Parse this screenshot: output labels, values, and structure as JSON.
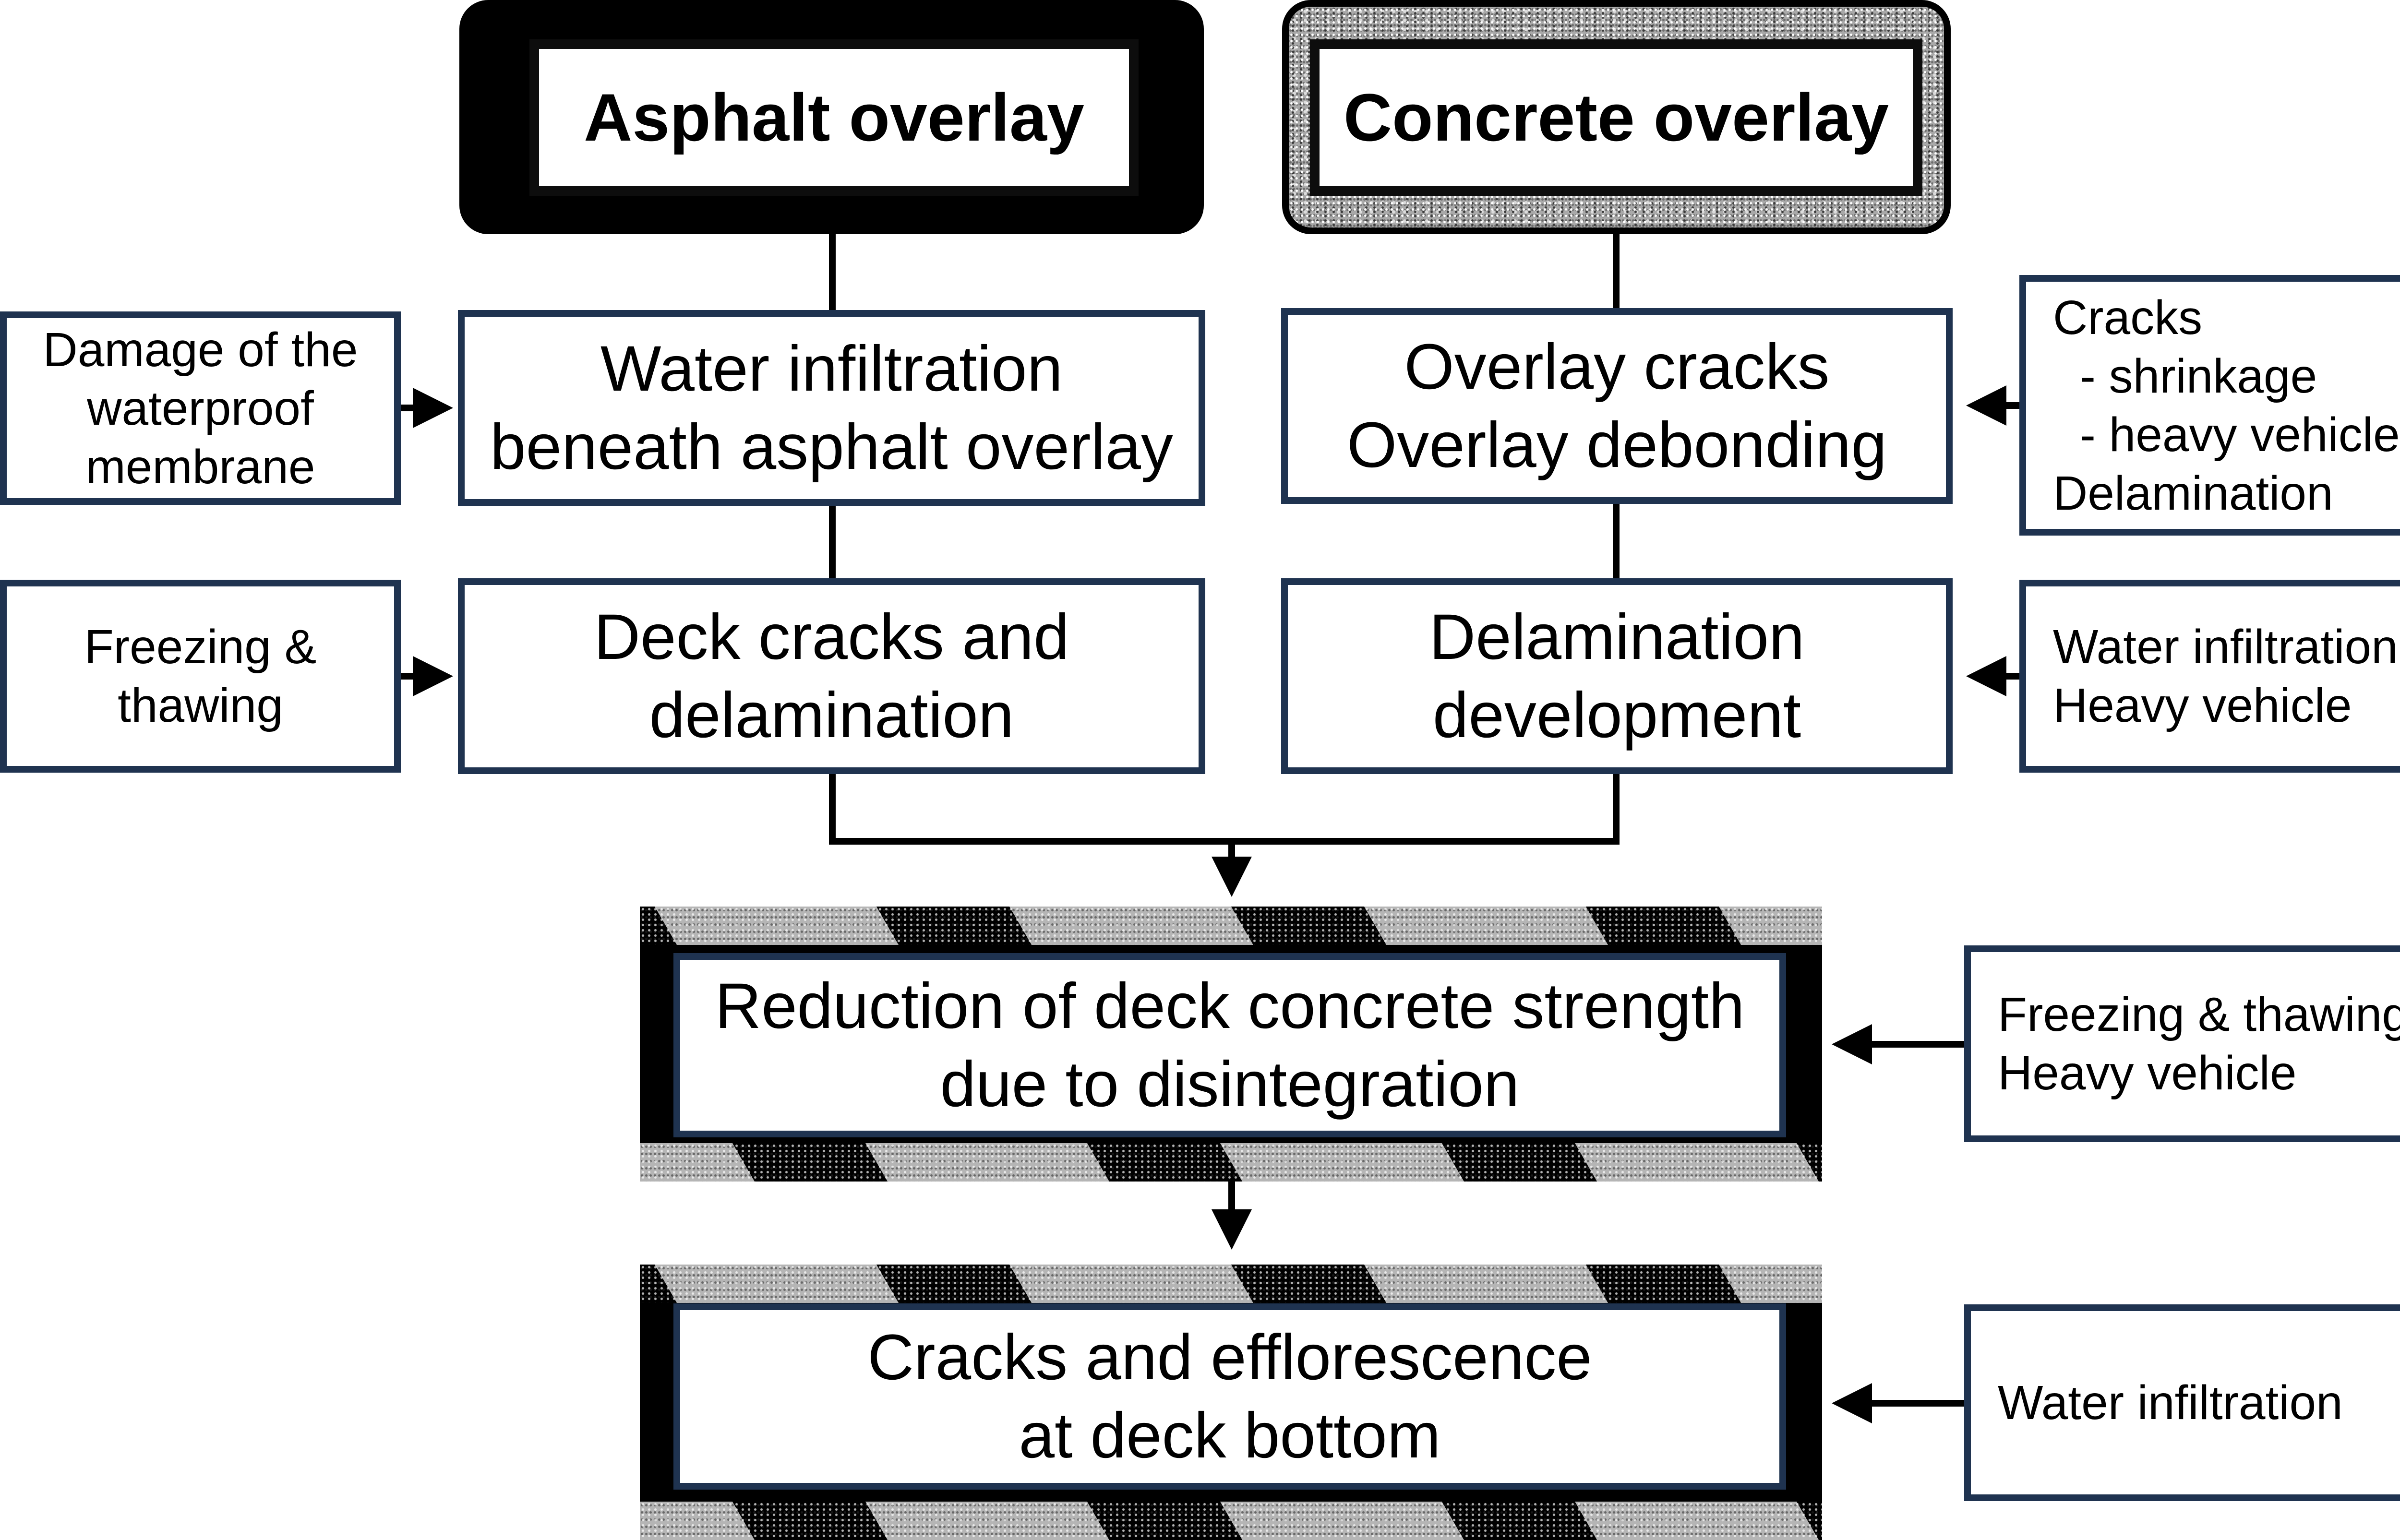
{
  "nodes": {
    "asphalt_overlay": "Asphalt overlay",
    "concrete_overlay": "Concrete overlay",
    "water_infiltration_asphalt": [
      "Water infiltration",
      "beneath asphalt overlay"
    ],
    "overlay_cracks": [
      "Overlay cracks",
      "Overlay debonding"
    ],
    "deck_cracks": [
      "Deck cracks and",
      "delamination"
    ],
    "delamination_development": [
      "Delamination",
      "development"
    ],
    "reduction_strength": [
      "Reduction of deck concrete strength",
      "due to disintegration"
    ],
    "cracks_efflorescence": [
      "Cracks and efflorescence",
      "at deck bottom"
    ]
  },
  "causes": {
    "membrane_damage": [
      "Damage of the",
      "waterproof",
      "membrane"
    ],
    "freezing_thawing_left": [
      "Freezing &",
      "thawing"
    ],
    "overlay_causes": [
      "Cracks",
      "  - shrinkage",
      "  - heavy vehicle",
      "Delamination"
    ],
    "delam_causes": [
      "Water infiltration",
      "Heavy vehicle"
    ],
    "strength_causes": [
      "Freezing & thawing",
      "Heavy vehicle"
    ],
    "efflorescence_causes": [
      "Water infiltration"
    ]
  },
  "colors": {
    "box_border": "#1f3350",
    "head_border": "#0d0d0d",
    "arrow": "#000000"
  }
}
